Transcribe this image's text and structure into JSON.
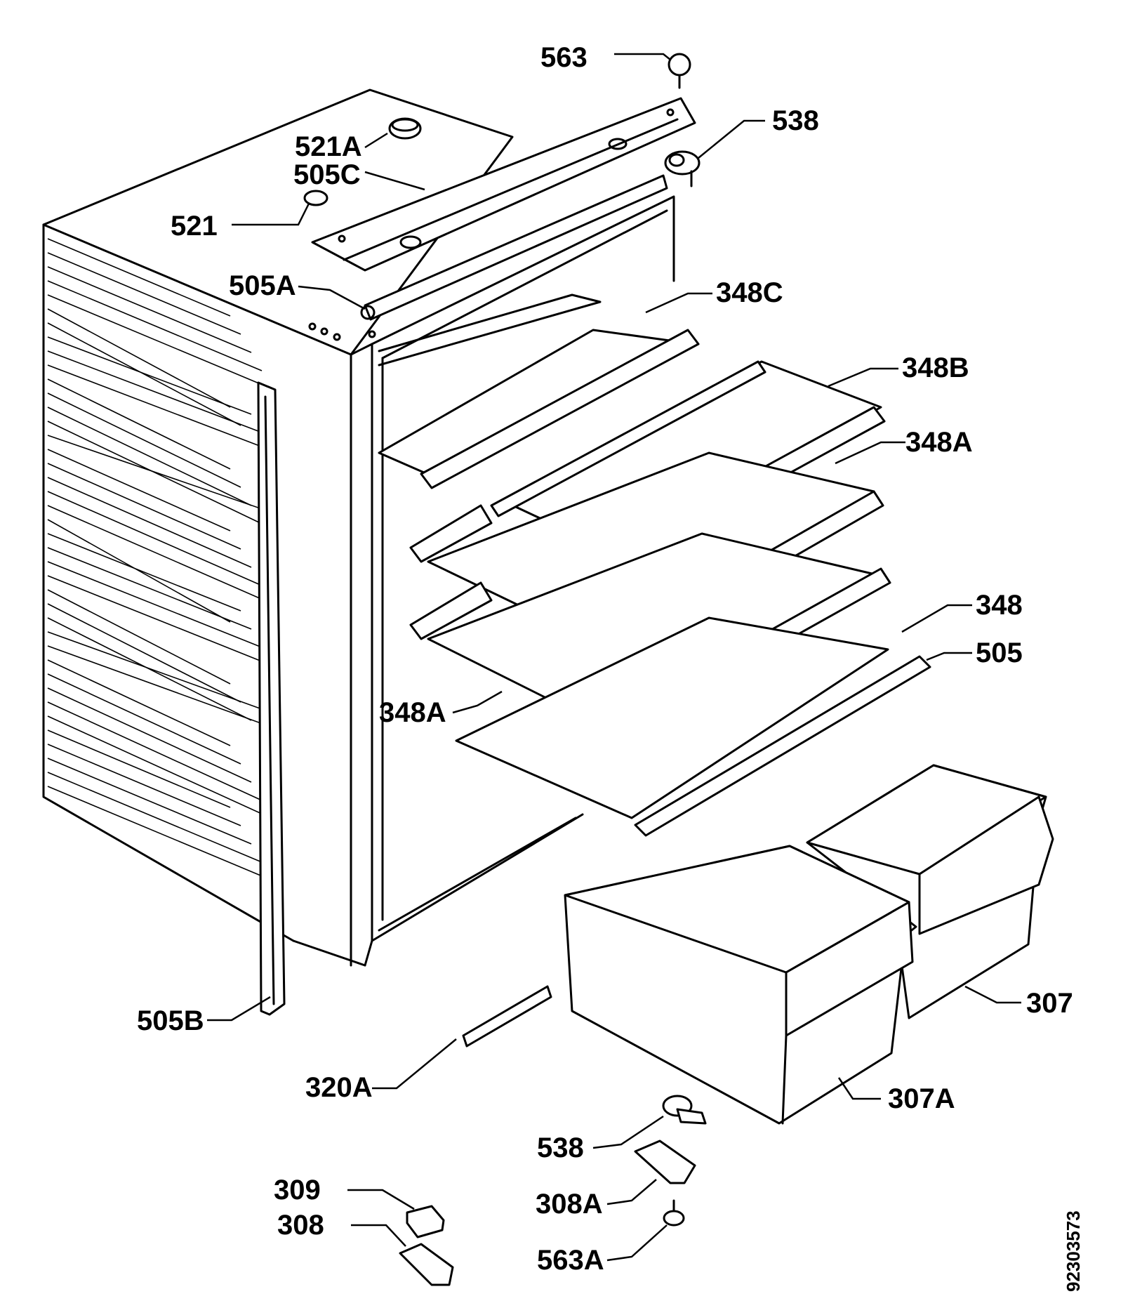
{
  "diagram": {
    "labels": {
      "p563_top": "563",
      "p538_top": "538",
      "p521A": "521A",
      "p505C": "505C",
      "p521": "521",
      "p505A": "505A",
      "p348C": "348C",
      "p348B": "348B",
      "p348A_right": "348A",
      "p348": "348",
      "p505": "505",
      "p348A_left": "348A",
      "p307": "307",
      "p505B": "505B",
      "p320A": "320A",
      "p307A": "307A",
      "p538_bottom": "538",
      "p309": "309",
      "p308": "308",
      "p308A": "308A",
      "p563A": "563A"
    },
    "drawing_number": "92303573"
  }
}
